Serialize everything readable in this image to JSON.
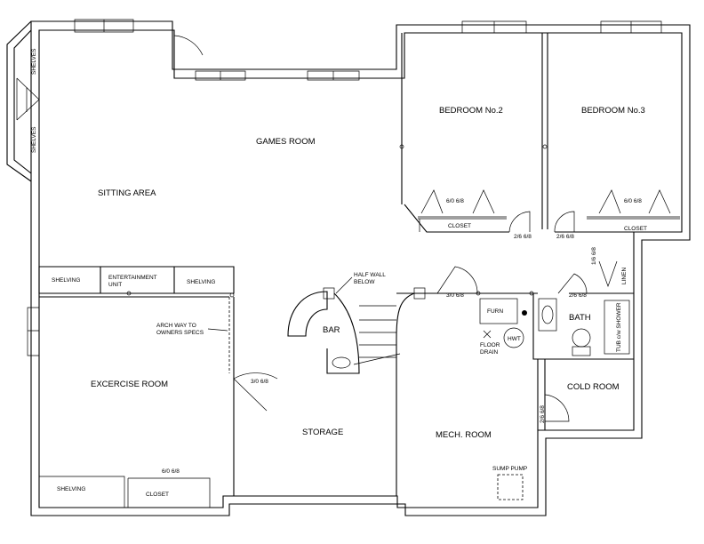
{
  "rooms": {
    "games_room": "GAMES ROOM",
    "sitting_area": "SITTING AREA",
    "bedroom_2": "BEDROOM No.2",
    "bedroom_3": "BEDROOM No.3",
    "exercise_room": "EXCERCISE ROOM",
    "storage": "STORAGE",
    "mech_room": "MECH. ROOM",
    "bar": "BAR",
    "bath": "BATH",
    "cold_room": "COLD ROOM"
  },
  "fixtures": {
    "shelves_top": "SHELVES",
    "shelves_bottom": "SHELVES",
    "shelving_left": "SHELVING",
    "entertainment_line1": "ENTERTAINMENT",
    "entertainment_line2": "UNIT",
    "shelving_right": "SHELVING",
    "shelving_exercise": "SHELVING",
    "closet_exercise": "CLOSET",
    "closet_bed2": "CLOSET",
    "closet_bed3": "CLOSET",
    "furn": "FURN",
    "hwt": "HWT",
    "floor_drain_line1": "FLOOR",
    "floor_drain_line2": "DRAIN",
    "tub_shower": "TUB c/w SHOWER",
    "linen": "LINEN",
    "sump_pump": "SUMP PUMP"
  },
  "notes": {
    "half_wall_line1": "HALF WALL",
    "half_wall_line2": "BELOW",
    "arch_line1": "ARCH WAY TO",
    "arch_line2": "OWNERS SPECS"
  },
  "dims": {
    "closet_bed2": "6/0 6/8",
    "closet_bed3": "6/0 6/8",
    "door_bed2": "2/6 6/8",
    "door_bed3": "2/6 6/8",
    "door_mech": "3/0 6/8",
    "door_bath": "2/6 6/8",
    "door_linen": "1/6 6/8",
    "door_storage": "3/0 6/8",
    "door_cold": "2/6 6/8",
    "closet_exercise": "6/0 6/8"
  }
}
